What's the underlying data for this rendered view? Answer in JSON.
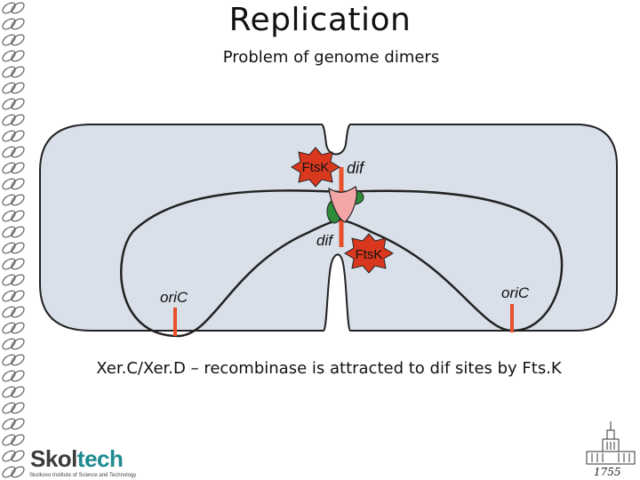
{
  "slide": {
    "title": "Replication",
    "subtitle": "Problem of genome dimers",
    "caption": "Xer.C/Xer.D – recombinase is attracted to dif sites by Fts.K"
  },
  "diagram": {
    "labels": {
      "ftsk_top": "FtsK",
      "ftsk_bottom": "FtsK",
      "dif_top": "dif",
      "dif_bottom": "dif",
      "oric_left": "oriC",
      "oric_right": "oriC"
    },
    "colors": {
      "cell_fill": "#d9e0ea",
      "outline": "#222222",
      "site_marker": "#e8502a",
      "ftsk_star": "#d9381e",
      "xer_pink": "#f3a6a6",
      "xer_green": "#2e8b3a"
    }
  },
  "branding": {
    "logo_part1": "Skol",
    "logo_part2": "tech",
    "logo_tagline": "Skolkovo Institute of Science and Technology",
    "emblem_year": "1755",
    "emblem_icon": "university-building-icon"
  },
  "decor": {
    "left_border_icon": "chain-link-pattern-icon"
  }
}
